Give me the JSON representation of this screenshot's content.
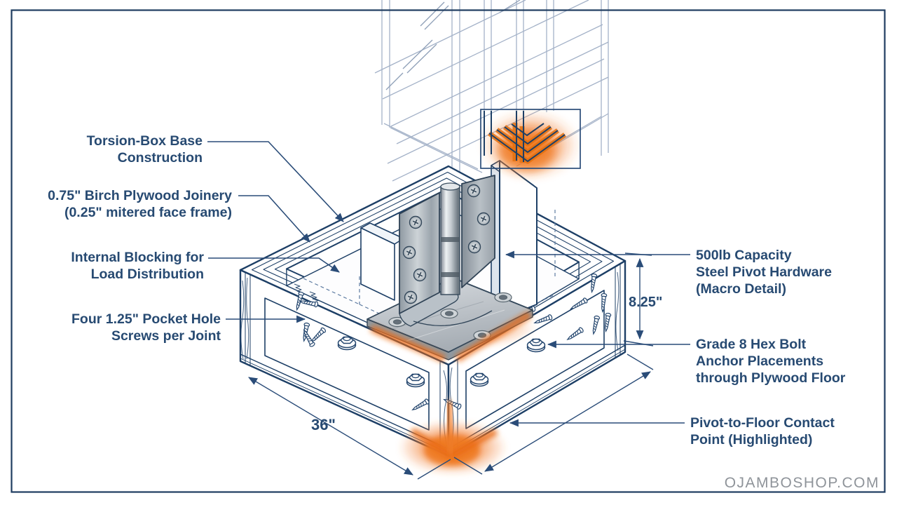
{
  "diagram": {
    "labels_left": [
      {
        "id": "torsion",
        "text": "Torsion-Box Base\nConstruction"
      },
      {
        "id": "plywood",
        "text": "0.75\" Birch Plywood Joinery\n(0.25\" mitered face frame)"
      },
      {
        "id": "blocking",
        "text": "Internal Blocking for\nLoad Distribution"
      },
      {
        "id": "screws",
        "text": "Four 1.25\" Pocket Hole\nScrews per Joint"
      }
    ],
    "labels_right": [
      {
        "id": "pivot_hw",
        "text": "500lb Capacity\nSteel Pivot Hardware\n(Macro Detail)"
      },
      {
        "id": "hexbolt",
        "text": "Grade 8 Hex Bolt\nAnchor Placements\nthrough Plywood Floor"
      },
      {
        "id": "contact",
        "text": "Pivot-to-Floor Contact\nPoint (Highlighted)"
      }
    ],
    "dimensions": {
      "height": "8.25\"",
      "width": "36\""
    },
    "colors": {
      "line_navy": "#24466e",
      "text_navy": "#274a72",
      "accent_orange": "#ee6f1e",
      "wireframe_blue": "#a4b2c8",
      "steel_gray": "#b7bec5",
      "watermark_gray": "#8f949a"
    }
  },
  "page": {
    "watermark": "OJAMBOSHOP.COM"
  }
}
